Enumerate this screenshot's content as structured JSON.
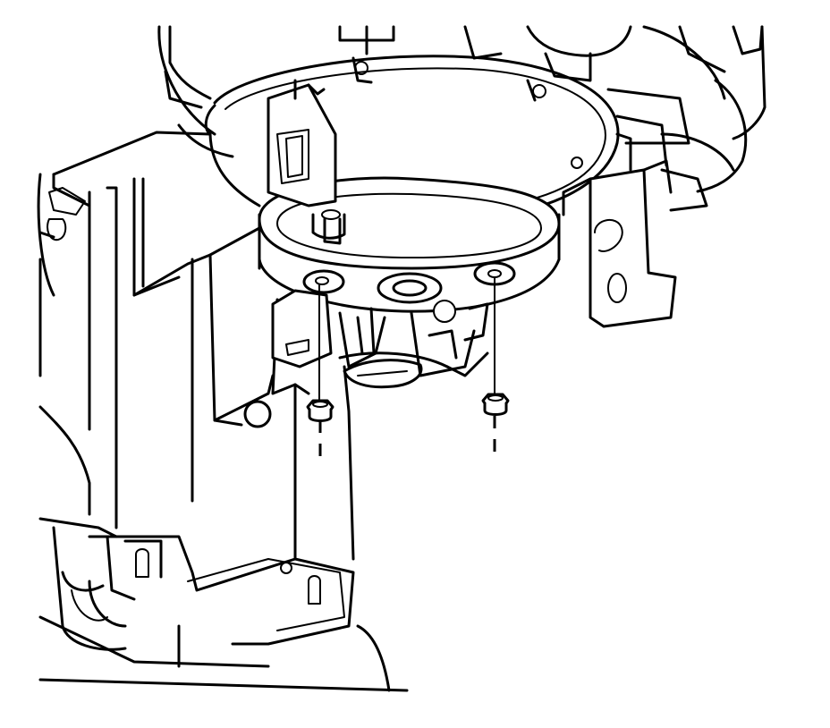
{
  "diagram": {
    "parts": [
      {
        "name": "blower-motor-housing",
        "icon": "blower-housing-outline"
      },
      {
        "name": "blower-motor",
        "icon": "motor-drum-outline"
      },
      {
        "name": "hvac-case",
        "icon": "hvac-case-outline"
      },
      {
        "name": "electrical-connector",
        "icon": "connector-outline"
      },
      {
        "name": "mounting-nut-left",
        "icon": "hex-nut"
      },
      {
        "name": "mounting-nut-right",
        "icon": "hex-nut"
      }
    ],
    "line_color": "#000000",
    "background_color": "#ffffff"
  }
}
